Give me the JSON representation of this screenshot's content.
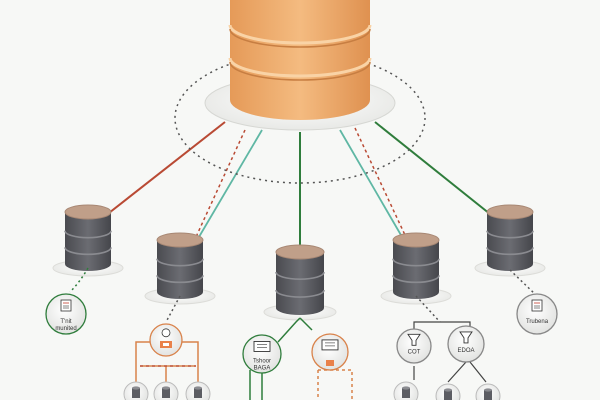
{
  "diagram": {
    "colors": {
      "background": "#f7f8f6",
      "hub_body": "#f0b272",
      "hub_top": "#f3c38e",
      "hub_band": "#e7a060",
      "db_body": "#5c5d63",
      "db_top": "#c09f89",
      "red_link": "#b94a34",
      "teal_link": "#5fb7a4",
      "green_link": "#2f7d3c",
      "orange_tree": "#d9824a",
      "dotted": "#555555"
    },
    "nodes": [
      {
        "id": "node-a",
        "label": "T'nit\nmunited",
        "icon": "document-icon",
        "accent": "green"
      },
      {
        "id": "node-b",
        "label": "",
        "icon": "upload-box-icon",
        "accent": "orange"
      },
      {
        "id": "node-c",
        "label": "Tshoor\nBAGA",
        "icon": "screen-icon",
        "accent": "green"
      },
      {
        "id": "node-d",
        "label": "",
        "icon": "screen-cart-icon",
        "accent": "orange"
      },
      {
        "id": "node-e",
        "label": "COT",
        "icon": "funnel-icon",
        "accent": "gray"
      },
      {
        "id": "node-f",
        "label": "EDOA",
        "icon": "funnel-icon",
        "accent": "gray"
      },
      {
        "id": "node-g",
        "label": "Trubena",
        "icon": "list-icon",
        "accent": "gray"
      }
    ]
  }
}
